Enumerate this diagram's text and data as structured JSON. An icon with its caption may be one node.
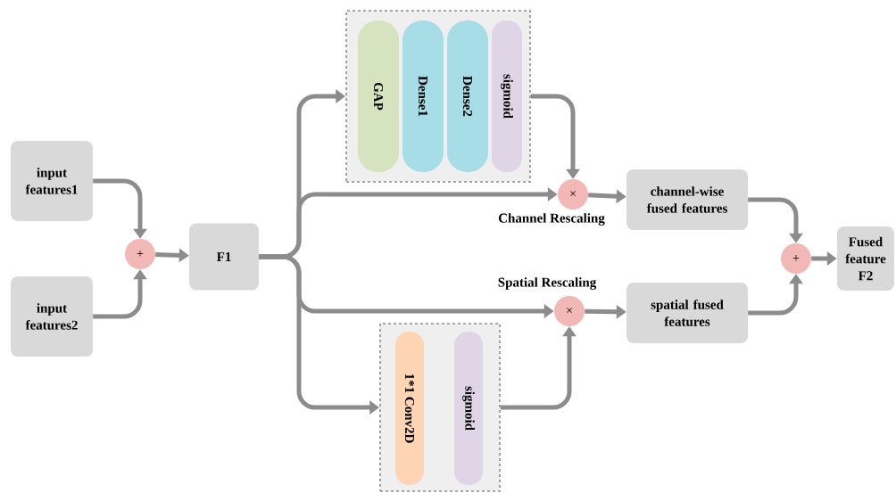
{
  "diagram": {
    "nodes": [
      {
        "text": [
          "input features1"
        ]
      },
      {
        "text": [
          "input features2"
        ]
      },
      {
        "text": [
          "+"
        ]
      },
      {
        "text": [
          "F1"
        ]
      },
      {
        "text": [],
        "shape": "box"
      },
      {
        "text": [
          "GAP"
        ],
        "in": 4
      },
      {
        "text": [
          "Dense1"
        ],
        "in": 4
      },
      {
        "text": [
          "Dense2"
        ],
        "in": 4
      },
      {
        "text": [
          "sigmoid"
        ],
        "in": 4
      },
      {
        "text": [
          "×"
        ]
      },
      {
        "text": [
          "channel-wise fused features"
        ]
      },
      {
        "text": [
          "×"
        ]
      },
      {
        "text": [
          "spatial fused features"
        ]
      },
      {
        "text": [],
        "shape": "box"
      },
      {
        "text": [
          "1*1 Conv2D"
        ],
        "in": 13
      },
      {
        "text": [
          "sigmoid"
        ],
        "in": 13
      },
      {
        "text": [
          "+"
        ]
      },
      {
        "text": [
          "Fused feature F2"
        ]
      }
    ],
    "edges": [
      {
        "from": 0,
        "to": 2,
        "arrow": "to"
      },
      {
        "from": 1,
        "to": 2,
        "arrow": "to"
      },
      {
        "from": 2,
        "to": 3,
        "arrow": "to"
      },
      {
        "from": 3,
        "to": 4,
        "arrow": "to"
      },
      {
        "from": 3,
        "to": 9,
        "arrow": "to"
      },
      {
        "from": 3,
        "to": 11,
        "arrow": "to"
      },
      {
        "from": 3,
        "to": 13,
        "arrow": "to"
      },
      {
        "from": 4,
        "to": 9,
        "arrow": "to"
      },
      {
        "from": 13,
        "to": 11,
        "arrow": "to"
      },
      {
        "from": 9,
        "to": 10,
        "arrow": "to"
      },
      {
        "from": 11,
        "to": 12,
        "arrow": "to"
      },
      {
        "from": 10,
        "to": 16,
        "arrow": "to"
      },
      {
        "from": 12,
        "to": 16,
        "arrow": "to"
      },
      {
        "from": 16,
        "to": 17,
        "arrow": "to"
      }
    ],
    "labels": [
      "Channel Rescaling",
      "Spatial Rescaling"
    ]
  }
}
